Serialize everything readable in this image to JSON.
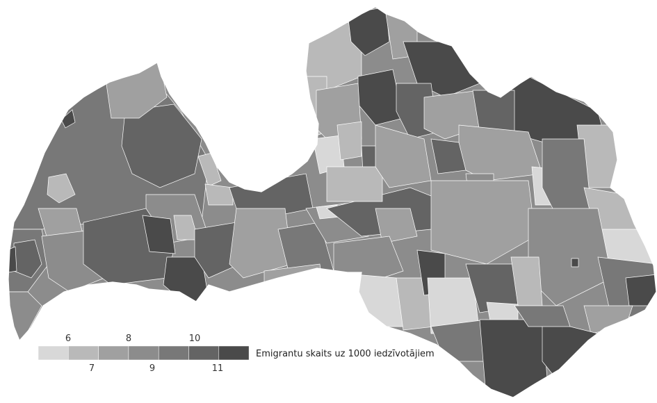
{
  "legend": {
    "title": "Emigrantu skaits uz 1000 iedzīvotājiem",
    "top_ticks": [
      "6",
      "8",
      "10"
    ],
    "bottom_ticks": [
      "7",
      "9",
      "11"
    ],
    "colors": [
      "#d8d8d8",
      "#b9b9b9",
      "#a0a0a0",
      "#8c8c8c",
      "#787878",
      "#646464",
      "#4a4a4a"
    ]
  }
}
